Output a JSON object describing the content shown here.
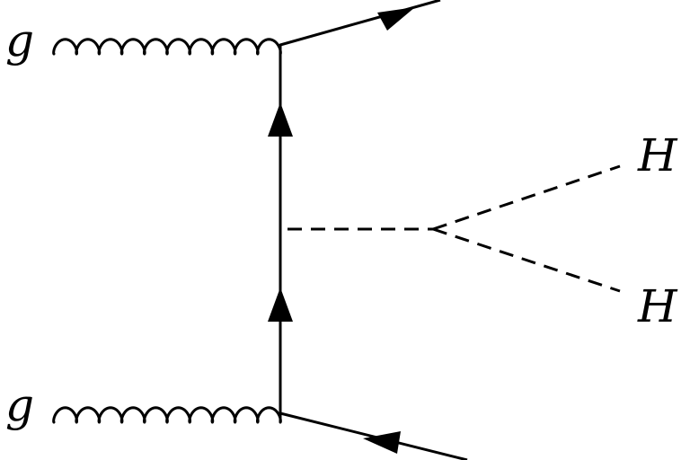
{
  "diagram": {
    "particles": {
      "gluon_top": "g",
      "gluon_bottom": "g",
      "higgs_upper": "H",
      "higgs_lower": "H"
    }
  }
}
